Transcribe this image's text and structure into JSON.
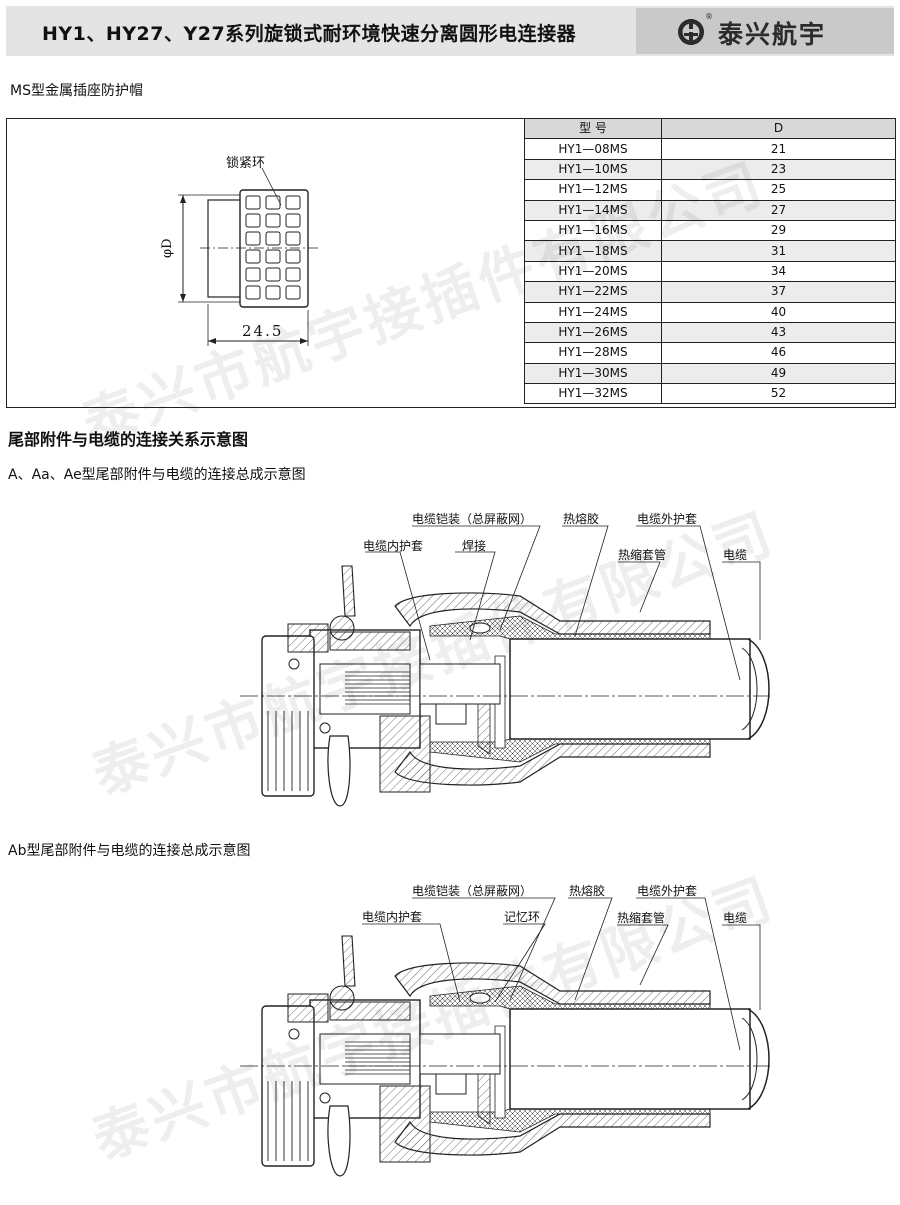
{
  "header": {
    "title": "HY1、HY27、Y27系列旋锁式耐环境快速分离圆形电连接器",
    "brand": "泰兴航宇",
    "reg_mark": "®"
  },
  "section1": {
    "title": "MS型金属插座防护帽",
    "drawing": {
      "label_lock_ring": "锁紧环",
      "label_diameter": "φD",
      "label_length": "24.5"
    },
    "table": {
      "headers": [
        "型 号",
        "D"
      ],
      "rows": [
        [
          "HY1—08MS",
          "21"
        ],
        [
          "HY1—10MS",
          "23"
        ],
        [
          "HY1—12MS",
          "25"
        ],
        [
          "HY1—14MS",
          "27"
        ],
        [
          "HY1—16MS",
          "29"
        ],
        [
          "HY1—18MS",
          "31"
        ],
        [
          "HY1—20MS",
          "34"
        ],
        [
          "HY1—22MS",
          "37"
        ],
        [
          "HY1—24MS",
          "40"
        ],
        [
          "HY1—26MS",
          "43"
        ],
        [
          "HY1—28MS",
          "46"
        ],
        [
          "HY1—30MS",
          "49"
        ],
        [
          "HY1—32MS",
          "52"
        ]
      ]
    }
  },
  "section2": {
    "title": "尾部附件与电缆的连接关系示意图",
    "diagram_a": {
      "title": "A、Aa、Ae型尾部附件与电缆的连接总成示意图",
      "labels": {
        "armor": "电缆铠装（总屏蔽网）",
        "hot_glue": "热熔胶",
        "outer_sheath": "电缆外护套",
        "inner_sheath": "电缆内护套",
        "solder": "焊接",
        "shrink_tube": "热缩套管",
        "cable": "电缆"
      }
    },
    "diagram_b": {
      "title": "Ab型尾部附件与电缆的连接总成示意图",
      "labels": {
        "armor": "电缆铠装（总屏蔽网）",
        "hot_glue": "热熔胶",
        "outer_sheath": "电缆外护套",
        "inner_sheath": "电缆内护套",
        "memory_ring": "记忆环",
        "shrink_tube": "热缩套管",
        "cable": "电缆"
      }
    }
  },
  "watermark": "泰兴市航宇接插件有限公司"
}
